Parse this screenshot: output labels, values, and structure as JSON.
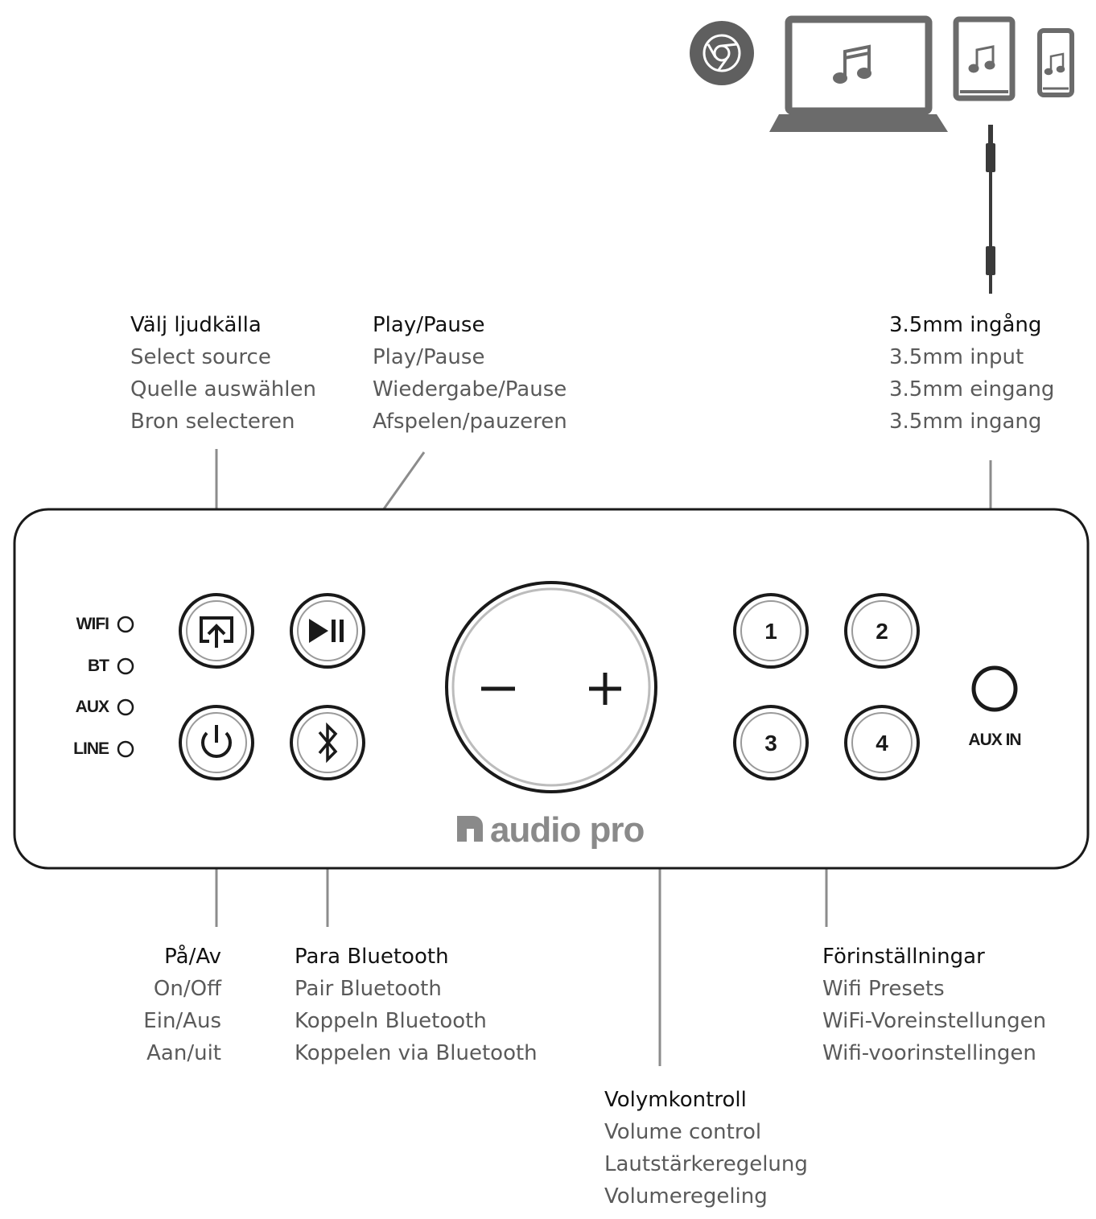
{
  "callouts": {
    "select_source": {
      "title": "Välj ljudkälla",
      "lines": [
        "Select source",
        "Quelle auswählen",
        "Bron selecteren"
      ]
    },
    "play_pause": {
      "title": "Play/Pause",
      "lines": [
        "Play/Pause",
        "Wiedergabe/Pause",
        "Afspelen/pauzeren"
      ]
    },
    "aux_input": {
      "title": "3.5mm ingång",
      "lines": [
        "3.5mm input",
        "3.5mm eingang",
        "3.5mm ingang"
      ]
    },
    "power": {
      "title": "På/Av",
      "lines": [
        "On/Off",
        "Ein/Aus",
        "Aan/uit"
      ]
    },
    "bluetooth": {
      "title": "Para Bluetooth",
      "lines": [
        "Pair Bluetooth",
        "Koppeln Bluetooth",
        "Koppelen via Bluetooth"
      ]
    },
    "volume": {
      "title": "Volymkontroll",
      "lines": [
        "Volume control",
        "Lautstärkeregelung",
        "Volumeregeling"
      ]
    },
    "presets": {
      "title": "Förinställningar",
      "lines": [
        "Wifi Presets",
        "WiFi-Voreinstellungen",
        "Wifi-voorinstellingen"
      ]
    }
  },
  "panel": {
    "indicators": [
      "WIFI",
      "BT",
      "AUX",
      "LINE"
    ],
    "preset_buttons": [
      "1",
      "2",
      "3",
      "4"
    ],
    "aux_label": "AUX IN",
    "brand": "audio pro"
  },
  "icons": [
    "chrome-icon",
    "laptop-icon",
    "tablet-icon",
    "phone-icon",
    "music-note-icon",
    "audio-cable-icon",
    "source-icon",
    "play-pause-icon",
    "power-icon",
    "bluetooth-icon",
    "minus-icon",
    "plus-icon",
    "audio-pro-logo-icon"
  ],
  "colors": {
    "ink": "#1a1a1a",
    "device_gray": "#6b6b6b",
    "leader_gray": "#8c8c8c",
    "caption_gray": "#5a5a5a"
  }
}
